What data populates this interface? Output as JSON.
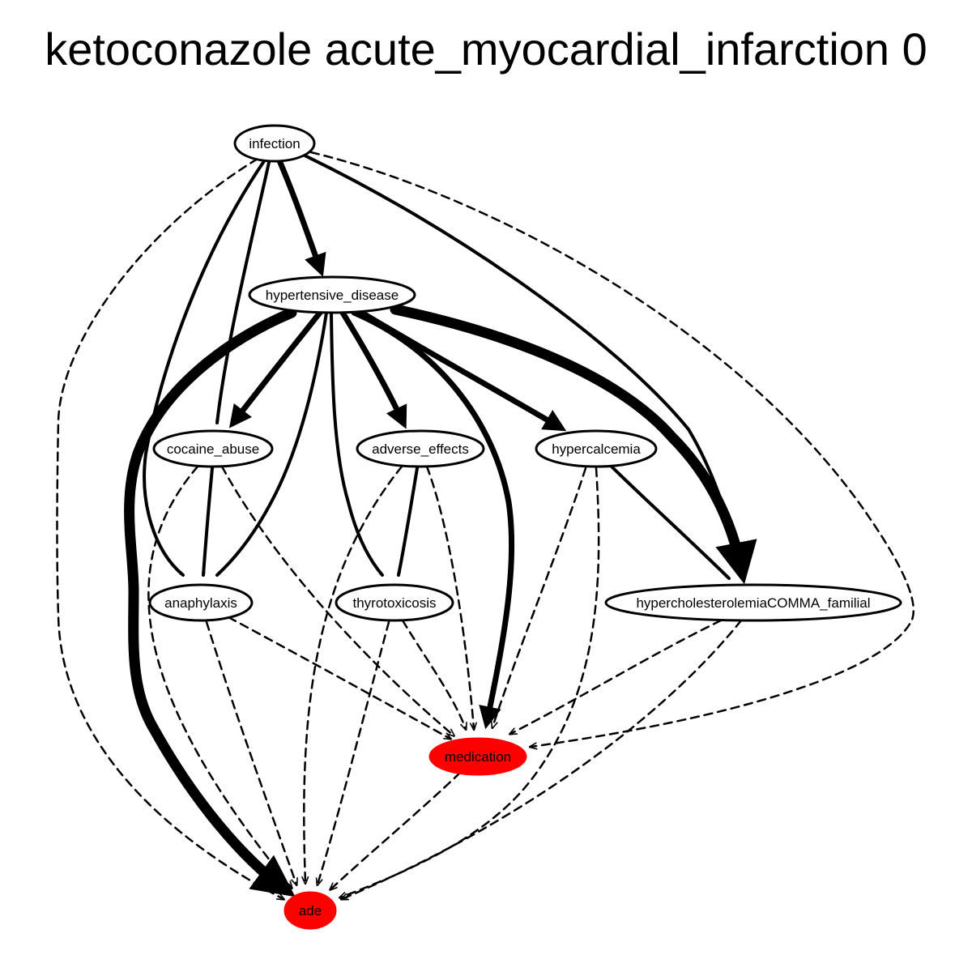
{
  "title": "ketoconazole acute_myocardial_infarction 0",
  "colors": {
    "outcome_fill": "#ff0000",
    "node_fill": "#ffffff",
    "stroke": "#000000"
  },
  "nodes": {
    "infection": "infection",
    "hypertensive_disease": "hypertensive_disease",
    "cocaine_abuse": "cocaine_abuse",
    "adverse_effects": "adverse_effects",
    "hypercalcemia": "hypercalcemia",
    "anaphylaxis": "anaphylaxis",
    "thyrotoxicosis": "thyrotoxicosis",
    "hypercholesterolemia": "hypercholesterolemiaCOMMA_familial",
    "medication": "medication",
    "ade": "ade"
  },
  "edges": [
    {
      "from": "infection",
      "to": "hypertensive_disease",
      "style": "solid",
      "weight": "heavy"
    },
    {
      "from": "infection",
      "to": "cocaine_abuse",
      "style": "solid",
      "weight": "normal"
    },
    {
      "from": "infection",
      "to": "anaphylaxis",
      "style": "solid",
      "weight": "normal"
    },
    {
      "from": "infection",
      "to": "hypercholesterolemiaCOMMA_familial",
      "style": "solid",
      "weight": "normal"
    },
    {
      "from": "infection",
      "to": "medication",
      "style": "dashed",
      "weight": "thin"
    },
    {
      "from": "infection",
      "to": "ade",
      "style": "dashed",
      "weight": "thin"
    },
    {
      "from": "hypertensive_disease",
      "to": "ade",
      "style": "solid",
      "weight": "heaviest"
    },
    {
      "from": "hypertensive_disease",
      "to": "cocaine_abuse",
      "style": "solid",
      "weight": "heavy"
    },
    {
      "from": "hypertensive_disease",
      "to": "anaphylaxis",
      "style": "solid",
      "weight": "normal"
    },
    {
      "from": "hypertensive_disease",
      "to": "thyrotoxicosis",
      "style": "solid",
      "weight": "normal"
    },
    {
      "from": "hypertensive_disease",
      "to": "adverse_effects",
      "style": "solid",
      "weight": "heavy"
    },
    {
      "from": "hypertensive_disease",
      "to": "hypercalcemia",
      "style": "solid",
      "weight": "heavy"
    },
    {
      "from": "hypertensive_disease",
      "to": "medication",
      "style": "solid",
      "weight": "heavy"
    },
    {
      "from": "hypertensive_disease",
      "to": "hypercholesterolemiaCOMMA_familial",
      "style": "solid",
      "weight": "heaviest"
    },
    {
      "from": "cocaine_abuse",
      "to": "anaphylaxis",
      "style": "solid",
      "weight": "normal"
    },
    {
      "from": "cocaine_abuse",
      "to": "medication",
      "style": "dashed",
      "weight": "thin"
    },
    {
      "from": "cocaine_abuse",
      "to": "ade",
      "style": "dashed",
      "weight": "thin"
    },
    {
      "from": "adverse_effects",
      "to": "thyrotoxicosis",
      "style": "solid",
      "weight": "normal"
    },
    {
      "from": "adverse_effects",
      "to": "medication",
      "style": "dashed",
      "weight": "thin"
    },
    {
      "from": "adverse_effects",
      "to": "ade",
      "style": "dashed",
      "weight": "thin"
    },
    {
      "from": "hypercalcemia",
      "to": "hypercholesterolemiaCOMMA_familial",
      "style": "solid",
      "weight": "normal"
    },
    {
      "from": "hypercalcemia",
      "to": "medication",
      "style": "dashed",
      "weight": "thin"
    },
    {
      "from": "hypercalcemia",
      "to": "ade",
      "style": "dashed",
      "weight": "thin"
    },
    {
      "from": "anaphylaxis",
      "to": "medication",
      "style": "dashed",
      "weight": "thin"
    },
    {
      "from": "anaphylaxis",
      "to": "ade",
      "style": "dashed",
      "weight": "thin"
    },
    {
      "from": "thyrotoxicosis",
      "to": "medication",
      "style": "dashed",
      "weight": "thin"
    },
    {
      "from": "thyrotoxicosis",
      "to": "ade",
      "style": "dashed",
      "weight": "thin"
    },
    {
      "from": "hypercholesterolemiaCOMMA_familial",
      "to": "medication",
      "style": "dashed",
      "weight": "thin"
    },
    {
      "from": "hypercholesterolemiaCOMMA_familial",
      "to": "ade",
      "style": "dashed",
      "weight": "thin"
    },
    {
      "from": "medication",
      "to": "ade",
      "style": "dashed",
      "weight": "thin"
    }
  ]
}
